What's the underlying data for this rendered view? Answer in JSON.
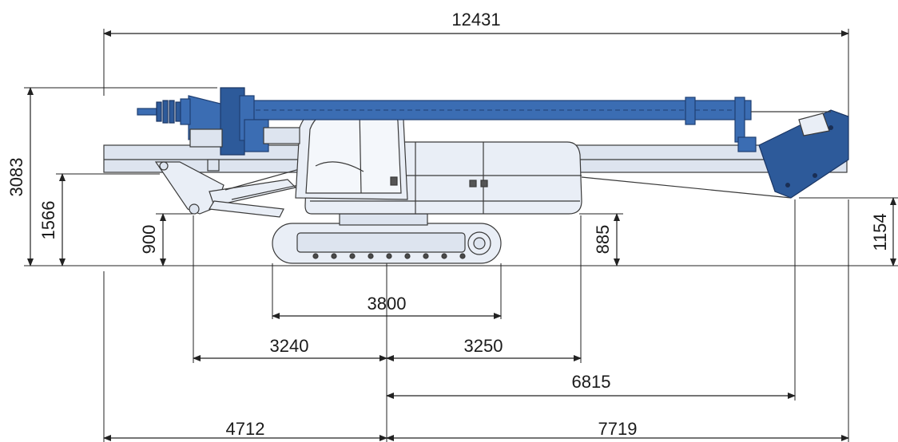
{
  "dimensions": {
    "overall_length": "12431",
    "overall_height": "3083",
    "height_1566": "1566",
    "height_900": "900",
    "height_885": "885",
    "height_1154": "1154",
    "track_length": "3800",
    "rear_3240": "3240",
    "front_3250": "3250",
    "front_6815": "6815",
    "rear_4712": "4712",
    "front_7719": "7719"
  },
  "colors": {
    "accent_blue": "#3b6db3",
    "body_grey": "#dde4ef",
    "line": "#222222"
  }
}
